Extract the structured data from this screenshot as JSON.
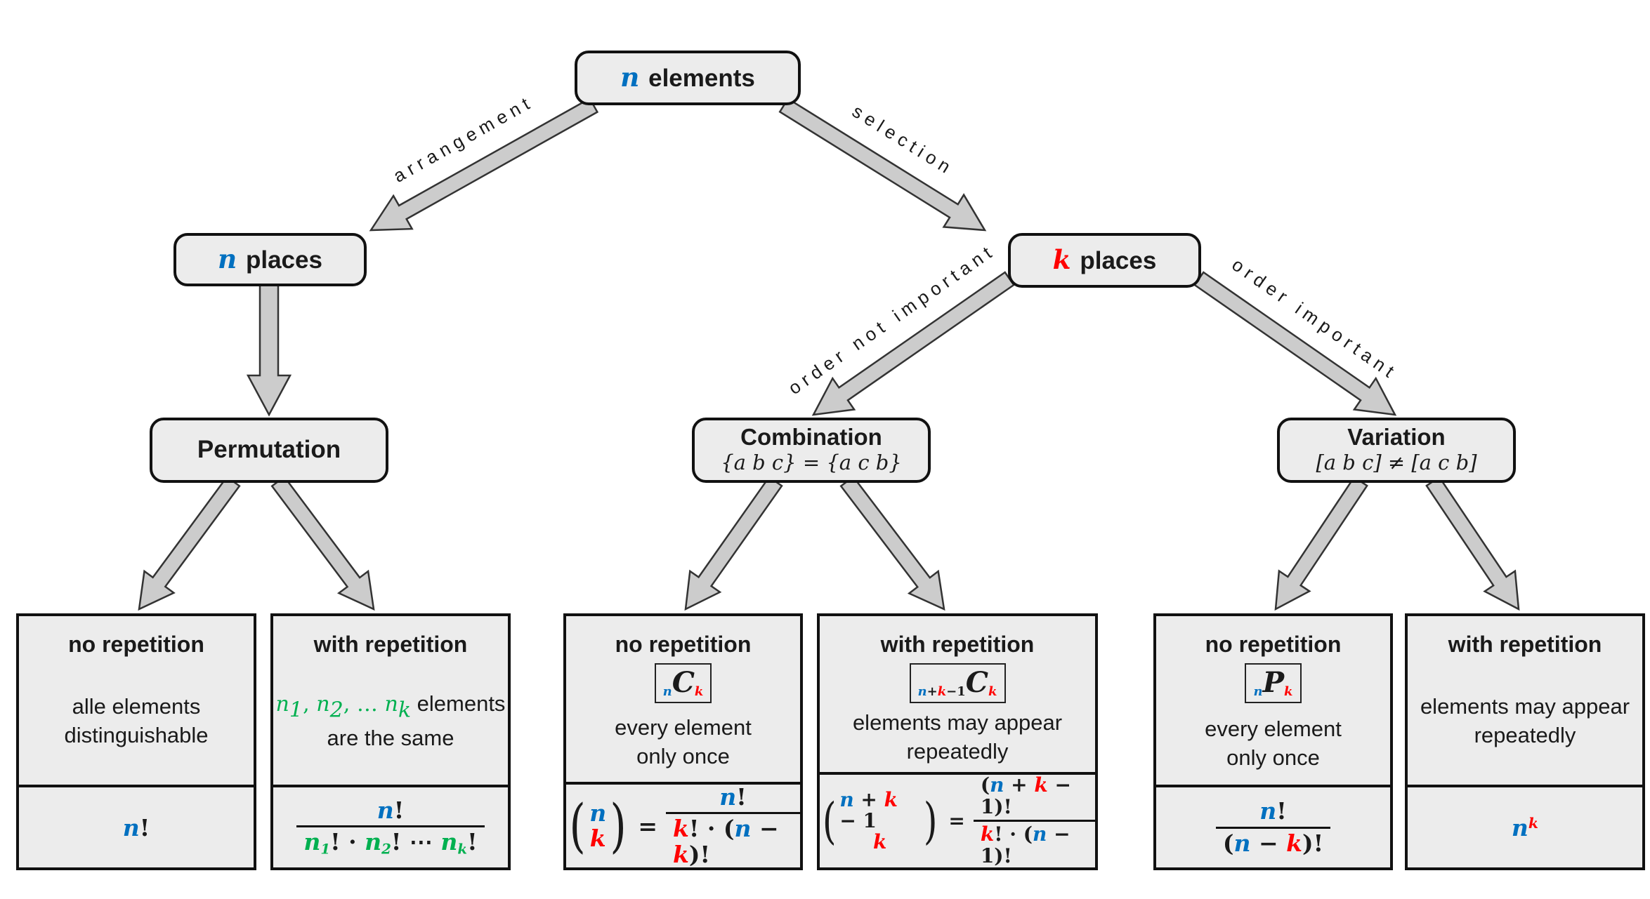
{
  "colors": {
    "blue": "#0070C0",
    "red": "#FF0000",
    "green": "#00B050",
    "black": "#1a1a1a",
    "box_fill": "#ececec",
    "box_border": "#111111",
    "arrow_fill": "#cccccc",
    "arrow_stroke": "#333333"
  },
  "nodes": {
    "root": {
      "parts": [
        {
          "t": "n",
          "c": "blue",
          "m": 1
        },
        {
          "t": " elements"
        }
      ]
    },
    "n_places": {
      "parts": [
        {
          "t": "n",
          "c": "blue",
          "m": 1
        },
        {
          "t": " places"
        }
      ]
    },
    "k_places": {
      "parts": [
        {
          "t": "k",
          "c": "red",
          "m": 1
        },
        {
          "t": " places"
        }
      ]
    },
    "permutation": {
      "title": "Permutation"
    },
    "combination": {
      "title": "Combination",
      "subtitle": [
        {
          "t": "{a b c} = {a c b}",
          "m": 1
        }
      ]
    },
    "variation": {
      "title": "Variation",
      "subtitle": [
        {
          "t": "[a b c] ≠ [a c b]",
          "m": 1
        }
      ]
    }
  },
  "edge_labels": {
    "arrangement": "arrangement",
    "selection": "selection",
    "order_not_important": "order not important",
    "order_important": "order important"
  },
  "leaves": [
    {
      "title": "no repetition",
      "desc": [
        {
          "t": "alle elements"
        },
        {
          "br": 1
        },
        {
          "t": "distinguishable"
        }
      ],
      "formula": {
        "kind": "plain",
        "parts": [
          {
            "t": "n",
            "c": "blue",
            "m": 1
          },
          {
            "t": "!",
            "u": 1
          }
        ]
      }
    },
    {
      "title": "with repetition",
      "desc": [
        {
          "t": "n",
          "c": "green",
          "m": 1
        },
        {
          "t": "1",
          "c": "green",
          "m": 1,
          "v": "sub"
        },
        {
          "t": ", ",
          "c": "green",
          "u": 1
        },
        {
          "t": "n",
          "c": "green",
          "m": 1
        },
        {
          "t": "2",
          "c": "green",
          "m": 1,
          "v": "sub"
        },
        {
          "t": ", … ",
          "c": "green",
          "u": 1
        },
        {
          "t": "n",
          "c": "green",
          "m": 1
        },
        {
          "t": "k",
          "c": "green",
          "m": 1,
          "v": "sub"
        },
        {
          "t": " elements"
        },
        {
          "br": 1
        },
        {
          "t": "are the same"
        }
      ],
      "formula": {
        "kind": "fraction",
        "num": [
          {
            "t": "n",
            "c": "blue",
            "m": 1
          },
          {
            "t": "!",
            "u": 1
          }
        ],
        "den": [
          {
            "t": "n",
            "c": "green",
            "m": 1
          },
          {
            "t": "1",
            "c": "green",
            "m": 1,
            "v": "sub"
          },
          {
            "t": "! · ",
            "u": 1
          },
          {
            "t": "n",
            "c": "green",
            "m": 1
          },
          {
            "t": "2",
            "c": "green",
            "m": 1,
            "v": "sub"
          },
          {
            "t": "! ⋯ ",
            "u": 1
          },
          {
            "t": "n",
            "c": "green",
            "m": 1
          },
          {
            "t": "k",
            "c": "green",
            "m": 1,
            "v": "sub"
          },
          {
            "t": "!",
            "u": 1
          }
        ]
      }
    },
    {
      "title": "no repetition",
      "notation": [
        {
          "t": "n",
          "c": "blue",
          "m": 1,
          "v": "sub"
        },
        {
          "t": "C",
          "m": 1,
          "big": 1
        },
        {
          "t": "k",
          "c": "red",
          "m": 1,
          "v": "sub"
        }
      ],
      "desc": [
        {
          "t": "every element"
        },
        {
          "br": 1
        },
        {
          "t": "only once"
        }
      ],
      "formula": {
        "kind": "binom-eq",
        "lparen": "(",
        "rparen": ")",
        "eq": "=",
        "top": [
          {
            "t": "n",
            "c": "blue",
            "m": 1
          }
        ],
        "bottom": [
          {
            "t": "k",
            "c": "red",
            "m": 1
          }
        ],
        "num": [
          {
            "t": "n",
            "c": "blue",
            "m": 1
          },
          {
            "t": "!",
            "u": 1
          }
        ],
        "den": [
          {
            "t": "k",
            "c": "red",
            "m": 1
          },
          {
            "t": "! · (",
            "u": 1
          },
          {
            "t": "n",
            "c": "blue",
            "m": 1
          },
          {
            "t": " − ",
            "u": 1
          },
          {
            "t": "k",
            "c": "red",
            "m": 1
          },
          {
            "t": ")!",
            "u": 1
          }
        ]
      }
    },
    {
      "title": "with repetition",
      "notation": [
        {
          "t": "n",
          "c": "blue",
          "m": 1,
          "v": "sub"
        },
        {
          "t": "+",
          "u": 1,
          "v": "sub"
        },
        {
          "t": "k",
          "c": "red",
          "m": 1,
          "v": "sub"
        },
        {
          "t": "−1",
          "u": 1,
          "v": "sub"
        },
        {
          "t": "C",
          "m": 1,
          "big": 1
        },
        {
          "t": "k",
          "c": "red",
          "m": 1,
          "v": "sub"
        }
      ],
      "desc": [
        {
          "t": "elements may appear"
        },
        {
          "br": 1
        },
        {
          "t": "repeatedly"
        }
      ],
      "formula": {
        "kind": "binom-eq",
        "lparen": "(",
        "rparen": ")",
        "eq": "=",
        "top": [
          {
            "t": "n",
            "c": "blue",
            "m": 1
          },
          {
            "t": " + ",
            "u": 1
          },
          {
            "t": "k",
            "c": "red",
            "m": 1
          },
          {
            "t": " − 1",
            "u": 1
          }
        ],
        "bottom": [
          {
            "t": "k",
            "c": "red",
            "m": 1
          }
        ],
        "num": [
          {
            "t": "(",
            "u": 1
          },
          {
            "t": "n",
            "c": "blue",
            "m": 1
          },
          {
            "t": " + ",
            "u": 1
          },
          {
            "t": "k",
            "c": "red",
            "m": 1
          },
          {
            "t": " − 1",
            "u": 1
          },
          {
            "t": ")!",
            "u": 1
          }
        ],
        "den": [
          {
            "t": "k",
            "c": "red",
            "m": 1
          },
          {
            "t": "! · (",
            "u": 1
          },
          {
            "t": "n",
            "c": "blue",
            "m": 1
          },
          {
            "t": " − 1",
            "u": 1
          },
          {
            "t": ")!",
            "u": 1
          }
        ]
      }
    },
    {
      "title": "no repetition",
      "notation": [
        {
          "t": "n",
          "c": "blue",
          "m": 1,
          "v": "sub"
        },
        {
          "t": "P",
          "m": 1,
          "big": 1
        },
        {
          "t": "k",
          "c": "red",
          "m": 1,
          "v": "sub"
        }
      ],
      "desc": [
        {
          "t": "every element"
        },
        {
          "br": 1
        },
        {
          "t": "only once"
        }
      ],
      "formula": {
        "kind": "fraction",
        "num": [
          {
            "t": "n",
            "c": "blue",
            "m": 1
          },
          {
            "t": "!",
            "u": 1
          }
        ],
        "den": [
          {
            "t": "(",
            "u": 1
          },
          {
            "t": "n",
            "c": "blue",
            "m": 1
          },
          {
            "t": " − ",
            "u": 1
          },
          {
            "t": "k",
            "c": "red",
            "m": 1
          },
          {
            "t": ")!",
            "u": 1
          }
        ]
      }
    },
    {
      "title": "with repetition",
      "desc": [
        {
          "t": "elements may appear"
        },
        {
          "br": 1
        },
        {
          "t": "repeatedly"
        }
      ],
      "formula": {
        "kind": "plain",
        "parts": [
          {
            "t": "n",
            "c": "blue",
            "m": 1
          },
          {
            "t": "k",
            "c": "red",
            "m": 1,
            "v": "sup"
          }
        ]
      }
    }
  ]
}
